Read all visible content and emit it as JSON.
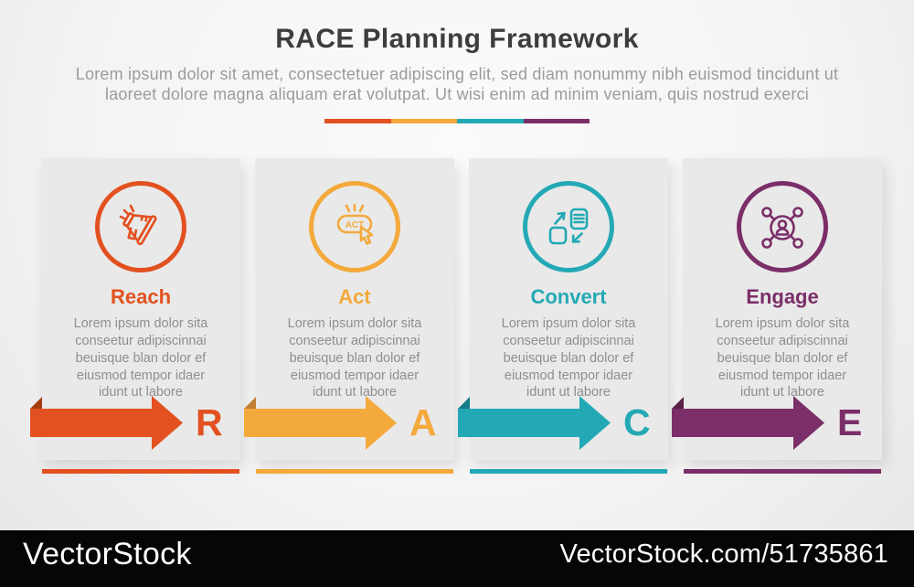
{
  "header": {
    "title": "RACE Planning Framework",
    "subtitle": "Lorem ipsum dolor sit amet, consectetuer adipiscing elit, sed diam nonummy nibh euismod tincidunt ut\nlaoreet dolore magna aliquam erat volutpat. Ut wisi enim ad minim veniam, quis nostrud exerci",
    "divider_colors": [
      "#e2511f",
      "#f4a93c",
      "#23a9b5",
      "#7b2e68"
    ]
  },
  "cards": [
    {
      "title": "Reach",
      "letter": "R",
      "body": "Lorem ipsum dolor sita\nconseetur adipiscinnai\nbeuisque blan dolor ef\neiusmod tempor idaer\nidunt ut labore",
      "icon": "megaphone-icon",
      "accent": "#e2511f",
      "accent_dark": "#a53c10"
    },
    {
      "title": "Act",
      "letter": "A",
      "body": "Lorem ipsum dolor sita\nconseetur adipiscinnai\nbeuisque blan dolor ef\neiusmod tempor idaer\nidunt ut labore",
      "icon": "act-click-icon",
      "icon_label": "ACT",
      "accent": "#f4a93c",
      "accent_dark": "#bd8030"
    },
    {
      "title": "Convert",
      "letter": "C",
      "body": "Lorem ipsum dolor sita\nconseetur adipiscinnai\nbeuisque blan dolor ef\neiusmod tempor idaer\nidunt ut labore",
      "icon": "convert-exchange-icon",
      "accent": "#23a9b5",
      "accent_dark": "#157c88"
    },
    {
      "title": "Engage",
      "letter": "E",
      "body": "Lorem ipsum dolor sita\nconseetur adipiscinnai\nbeuisque blan dolor ef\neiusmod tempor idaer\nidunt ut labore",
      "icon": "engage-network-icon",
      "accent": "#7b2e68",
      "accent_dark": "#571f49"
    }
  ],
  "watermark": {
    "brand": "VectorStock",
    "credit": "VectorStock.com/51735861"
  }
}
